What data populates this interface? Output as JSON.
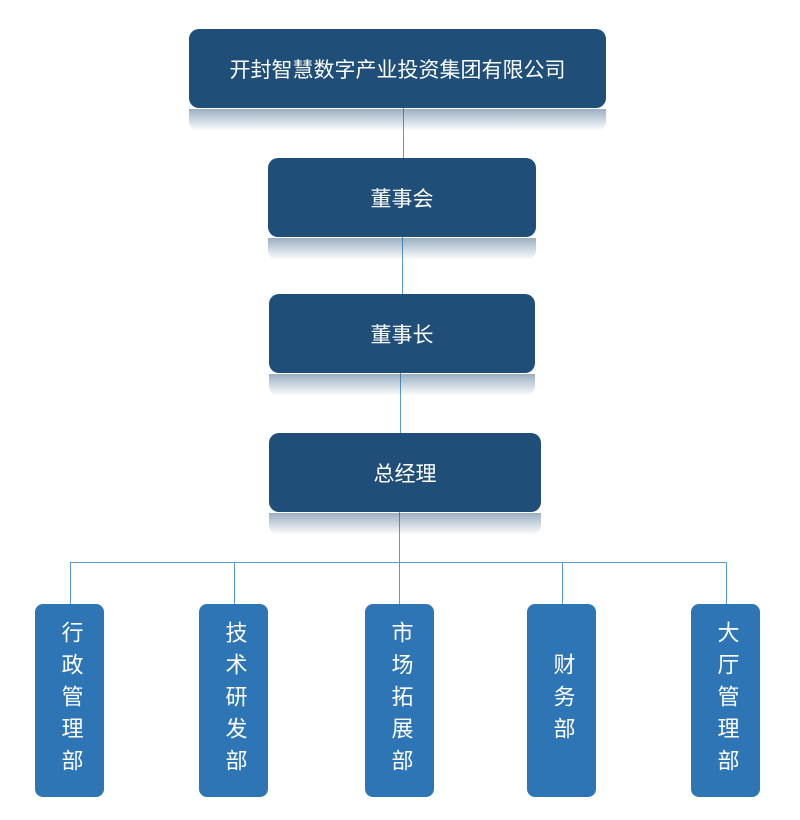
{
  "company": "开封智慧数字产业投资集团有限公司",
  "board": "董事会",
  "chairman": "董事长",
  "general_manager": "总经理",
  "departments": [
    "行政管理部",
    "技术研发部",
    "市场拓展部",
    "财务部",
    "大厅管理部"
  ],
  "colors": {
    "primary": "#1f4e79",
    "department": "#2e75b6",
    "connector": "#5b9bd5"
  }
}
